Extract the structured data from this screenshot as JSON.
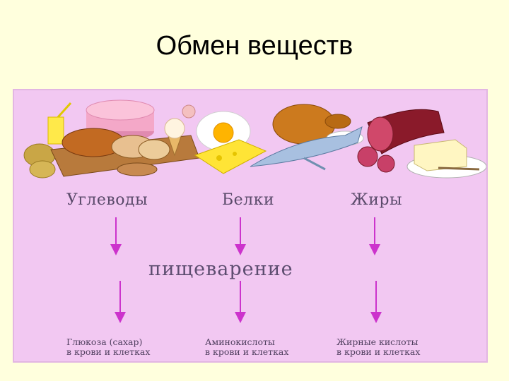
{
  "slide": {
    "title": "Обмен веществ"
  },
  "diagram": {
    "categories": [
      "Углеводы",
      "Белки",
      "Жиры"
    ],
    "process": "пищеварение",
    "results": [
      {
        "line1": "Глюкоза (сахар)",
        "line2": "в крови и клетках"
      },
      {
        "line1": "Аминокислоты",
        "line2": "в крови и клетках"
      },
      {
        "line1": "Жирные кислоты",
        "line2": "в крови и клетках"
      }
    ],
    "colors": {
      "panel": "#f2c8f2",
      "arrow": "#cc33cc",
      "text": "#5a4a6a",
      "background": "#ffffdd"
    }
  }
}
